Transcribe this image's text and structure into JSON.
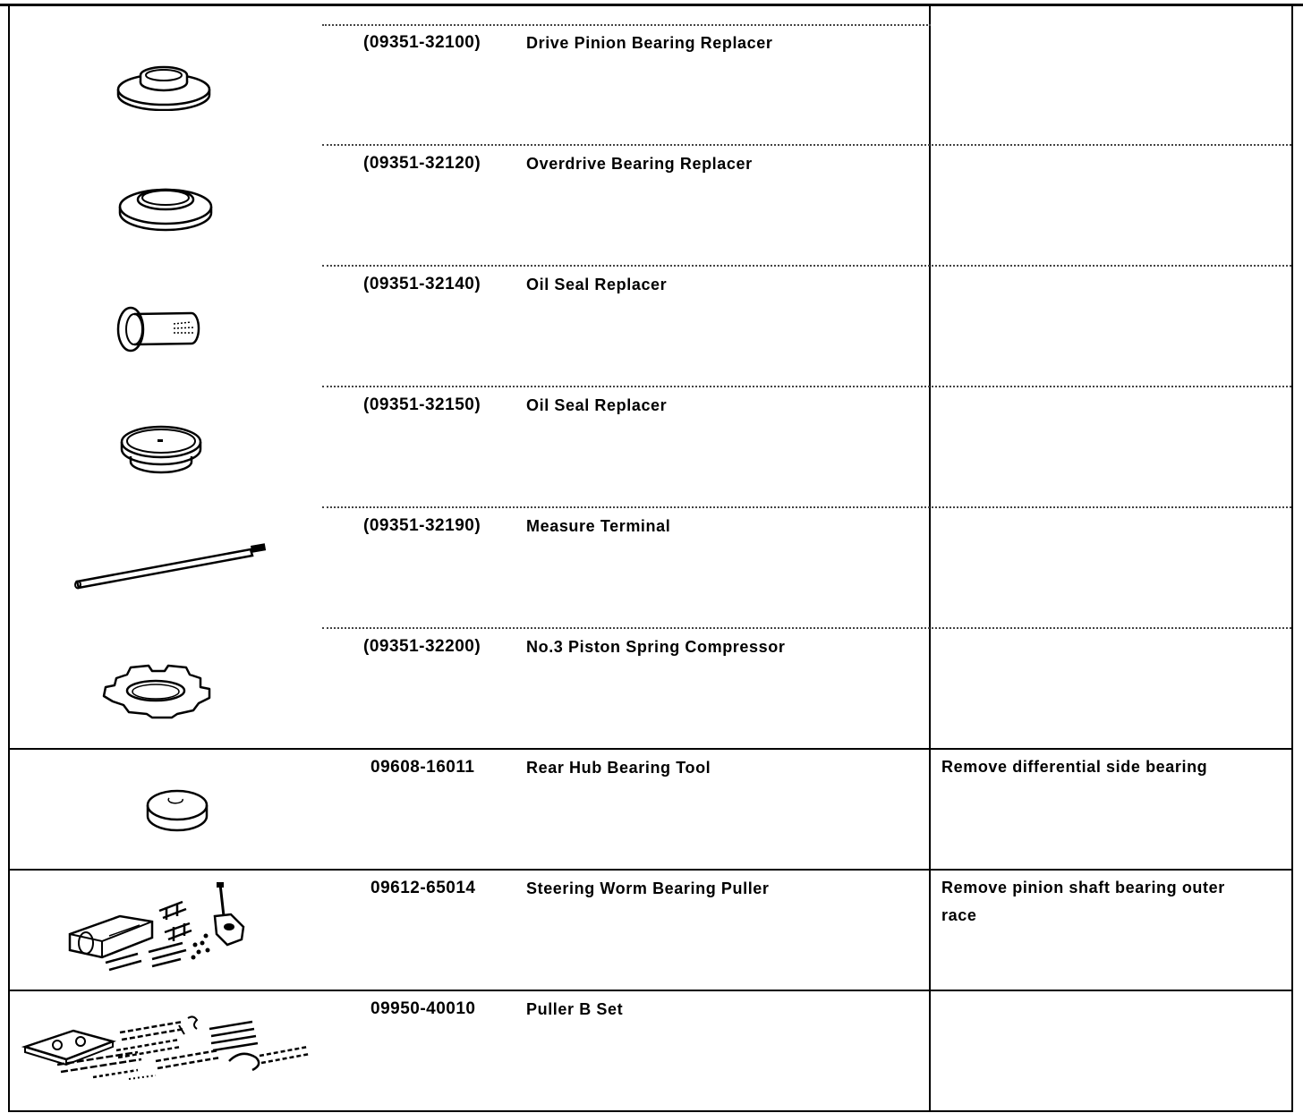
{
  "tools": [
    {
      "part_number": "(09351-32100)",
      "name": "Drive Pinion Bearing Replacer",
      "remark": "",
      "icon": "bearing-replacer-icon"
    },
    {
      "part_number": "(09351-32120)",
      "name": "Overdrive Bearing Replacer",
      "remark": "",
      "icon": "bearing-replacer-icon"
    },
    {
      "part_number": "(09351-32140)",
      "name": "Oil Seal Replacer",
      "remark": "",
      "icon": "oil-seal-sleeve-icon"
    },
    {
      "part_number": "(09351-32150)",
      "name": "Oil Seal Replacer",
      "remark": "",
      "icon": "oil-seal-cup-icon"
    },
    {
      "part_number": "(09351-32190)",
      "name": "Measure Terminal",
      "remark": "",
      "icon": "measure-rod-icon"
    },
    {
      "part_number": "(09351-32200)",
      "name": "No.3 Piston Spring Compressor",
      "remark": "",
      "icon": "spring-compressor-icon"
    },
    {
      "part_number": "09608-16011",
      "name": "Rear Hub Bearing Tool",
      "remark": "Remove differential side bearing",
      "icon": "hub-bearing-tool-icon"
    },
    {
      "part_number": "09612-65014",
      "name": "Steering Worm Bearing Puller",
      "remark": "Remove pinion shaft bearing outer race",
      "icon": "bearing-puller-set-icon"
    },
    {
      "part_number": "09950-40010",
      "name": "Puller B Set",
      "remark": "",
      "icon": "puller-b-set-icon"
    }
  ]
}
